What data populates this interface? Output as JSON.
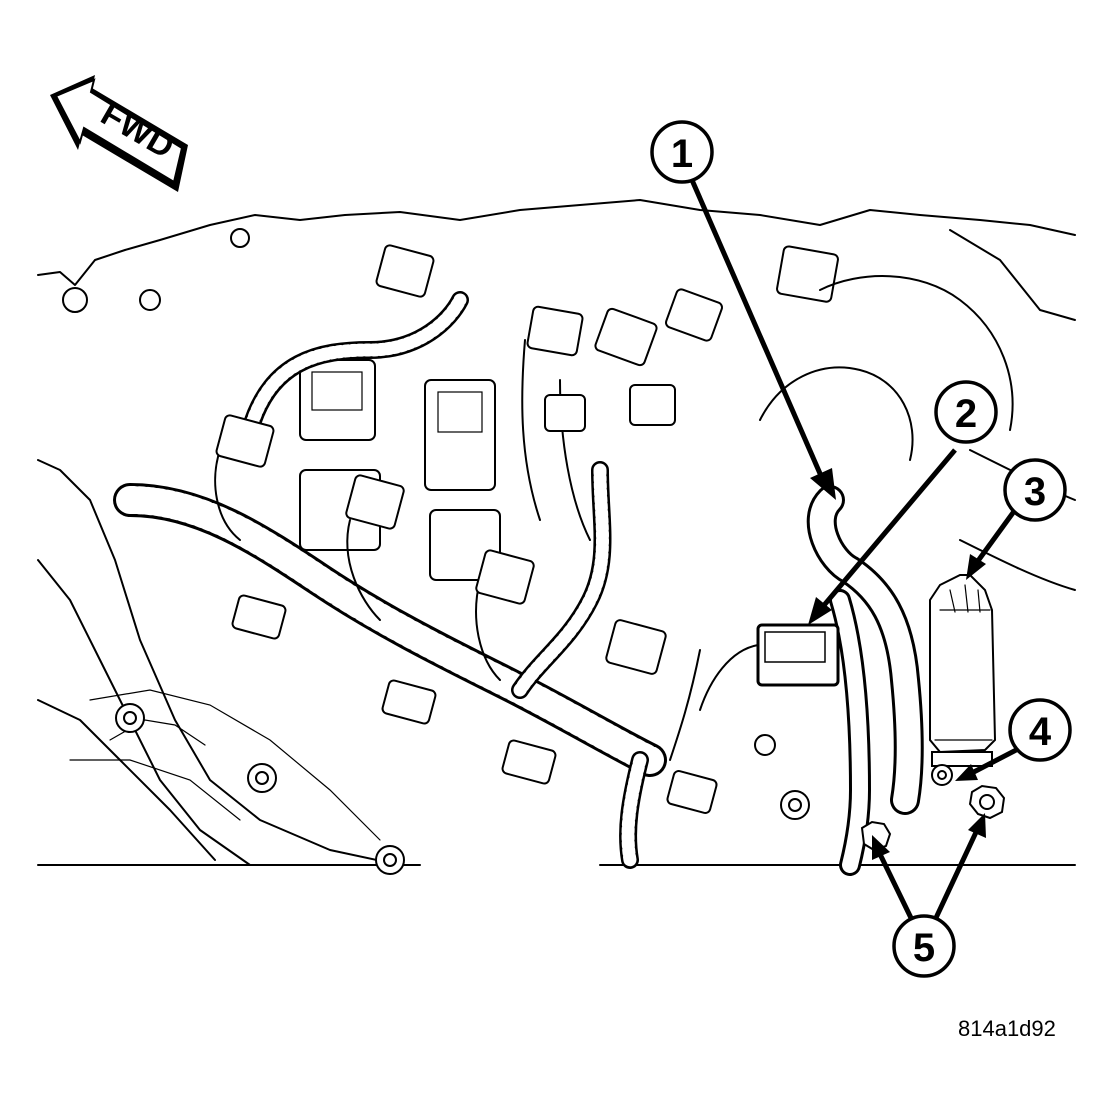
{
  "direction_arrow": {
    "label": "FWD",
    "icon": "forward-arrow-icon"
  },
  "callouts": [
    {
      "number": "1"
    },
    {
      "number": "2"
    },
    {
      "number": "3"
    },
    {
      "number": "4"
    },
    {
      "number": "5"
    }
  ],
  "figure_id": "814a1d92"
}
